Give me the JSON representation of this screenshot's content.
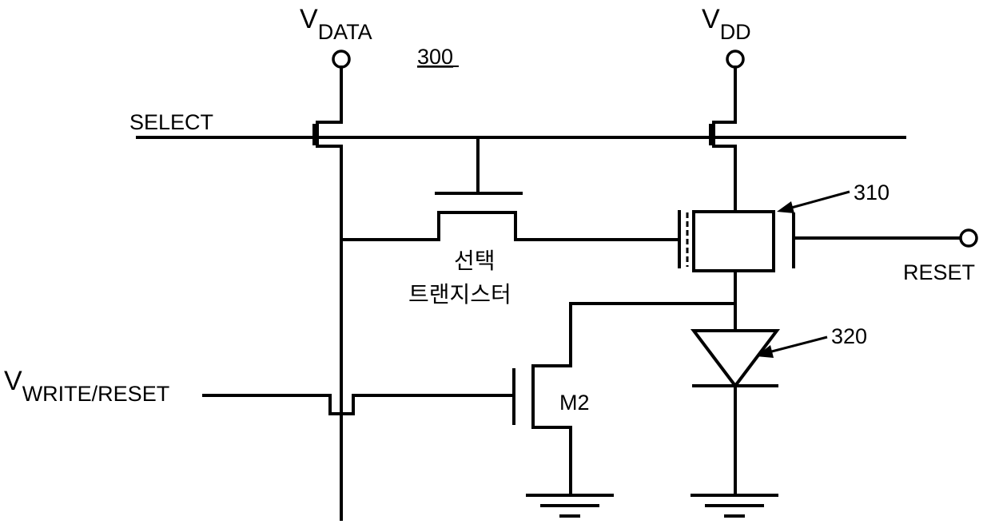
{
  "diagram": {
    "figure_number": "300",
    "vdata": {
      "main": "V",
      "sub": "DATA"
    },
    "vdd": {
      "main": "V",
      "sub": "DD"
    },
    "vwrite": {
      "main": "V",
      "sub": "WRITE/RESET"
    },
    "select": "SELECT",
    "reset": "RESET",
    "selection_transistor": [
      "선택",
      "트랜지스터"
    ],
    "m2": "M2",
    "ref_310": "310",
    "ref_320": "320"
  }
}
